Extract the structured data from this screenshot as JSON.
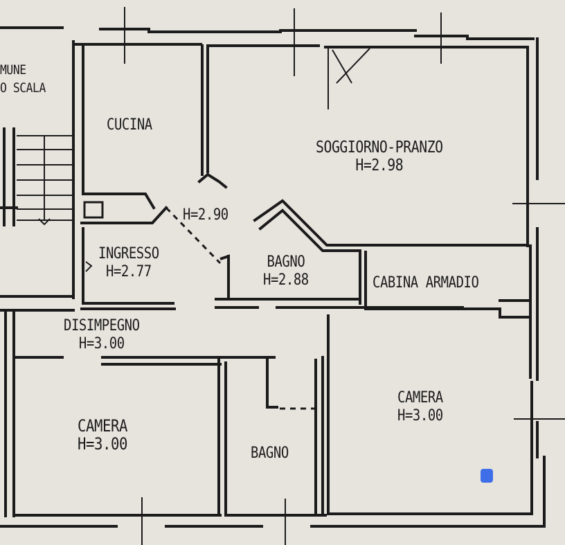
{
  "colors": {
    "wall": "#1b1b1b",
    "paper": "#e7e4de",
    "marker": "#3f6fe8"
  },
  "rooms": {
    "comune_scala": {
      "line1": "MUNE",
      "line2": "O SCALA"
    },
    "cucina": {
      "name": "CUCINA"
    },
    "soggiorno": {
      "name": "SOGGIORNO-PRANZO",
      "height": "H=2.98"
    },
    "corridoio": {
      "height": "H=2.90"
    },
    "ingresso": {
      "name": "INGRESSO",
      "height": "H=2.77"
    },
    "bagno1": {
      "name": "BAGNO",
      "height": "H=2.88"
    },
    "cabina": {
      "name": "CABINA ARMADIO"
    },
    "disimpegno": {
      "name": "DISIMPEGNO",
      "height": "H=3.00"
    },
    "camera1": {
      "name": "CAMERA",
      "height": "H=3.00"
    },
    "bagno2": {
      "name": "BAGNO"
    },
    "camera2": {
      "name": "CAMERA",
      "height": "H=3.00"
    }
  }
}
